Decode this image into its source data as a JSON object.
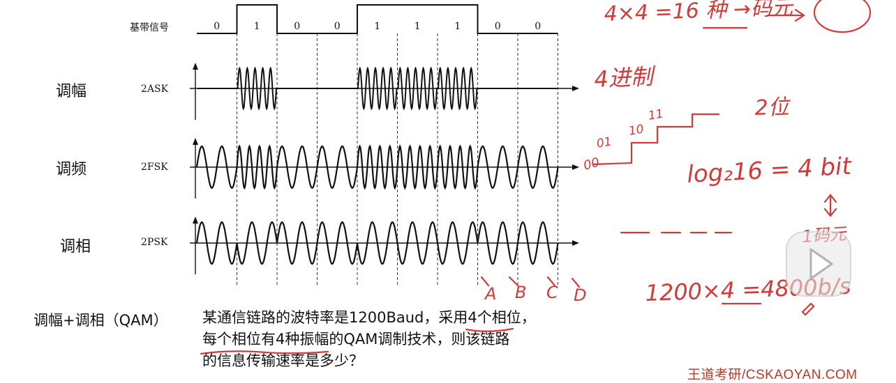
{
  "diagram": {
    "baseband_label": "基带信号",
    "bits": [
      "0",
      "1",
      "0",
      "0",
      "1",
      "1",
      "1",
      "0",
      "0"
    ],
    "rows": [
      {
        "cn": "调幅",
        "code": "2ASK"
      },
      {
        "cn": "调频",
        "code": "2FSK"
      },
      {
        "cn": "调相",
        "code": "2PSK"
      }
    ],
    "qam_label": "调幅+调相（QAM）"
  },
  "question": {
    "line1": "某通信链路的波特率是1200Baud，采用4个相位，",
    "line2": "每个相位有4种振幅的QAM调制技术，则该链路",
    "line3": "的信息传输速率是多少？"
  },
  "handwriting": {
    "color": "#d23a3a",
    "formula1": "4×4 =16 种 →码元",
    "quaternary": "4进制",
    "bits_label": "2位",
    "levels": [
      "00",
      "01",
      "10",
      "11"
    ],
    "log_formula": "log₂16 = 4 bit",
    "symbol": "1码元",
    "letters": [
      "A",
      "B",
      "C",
      "D"
    ],
    "rate": "1200×4 =4800b/s"
  },
  "watermark": "王道考研/CSKAOYAN.COM",
  "player": {
    "play_icon": "play-icon"
  }
}
